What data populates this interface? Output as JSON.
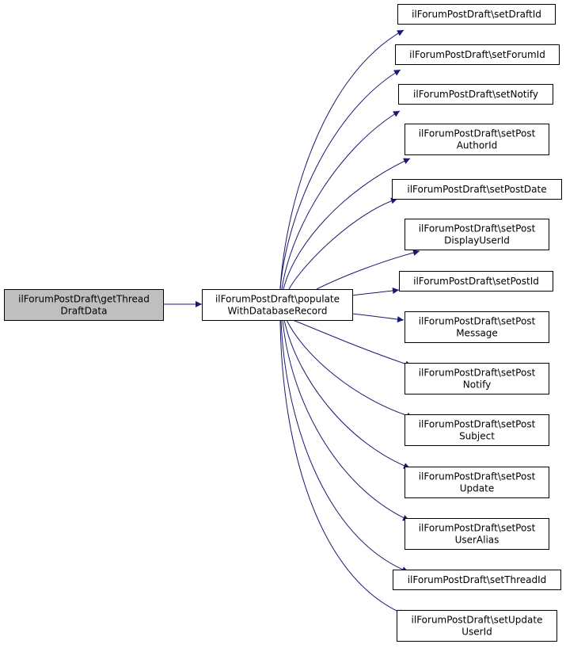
{
  "colors": {
    "edge": "#191970",
    "node_border": "#000000",
    "root_fill": "#bfbfbf",
    "node_fill": "#ffffff"
  },
  "root": {
    "lines": [
      "ilForumPostDraft\\getThread",
      "DraftData"
    ]
  },
  "middle": {
    "lines": [
      "ilForumPostDraft\\populate",
      "WithDatabaseRecord"
    ]
  },
  "callees": [
    {
      "lines": [
        "ilForumPostDraft\\setDraftId"
      ]
    },
    {
      "lines": [
        "ilForumPostDraft\\setForumId"
      ]
    },
    {
      "lines": [
        "ilForumPostDraft\\setNotify"
      ]
    },
    {
      "lines": [
        "ilForumPostDraft\\setPost",
        "AuthorId"
      ]
    },
    {
      "lines": [
        "ilForumPostDraft\\setPostDate"
      ]
    },
    {
      "lines": [
        "ilForumPostDraft\\setPost",
        "DisplayUserId"
      ]
    },
    {
      "lines": [
        "ilForumPostDraft\\setPostId"
      ]
    },
    {
      "lines": [
        "ilForumPostDraft\\setPost",
        "Message"
      ]
    },
    {
      "lines": [
        "ilForumPostDraft\\setPost",
        "Notify"
      ]
    },
    {
      "lines": [
        "ilForumPostDraft\\setPost",
        "Subject"
      ]
    },
    {
      "lines": [
        "ilForumPostDraft\\setPost",
        "Update"
      ]
    },
    {
      "lines": [
        "ilForumPostDraft\\setPost",
        "UserAlias"
      ]
    },
    {
      "lines": [
        "ilForumPostDraft\\setThreadId"
      ]
    },
    {
      "lines": [
        "ilForumPostDraft\\setUpdate",
        "UserId"
      ]
    }
  ]
}
